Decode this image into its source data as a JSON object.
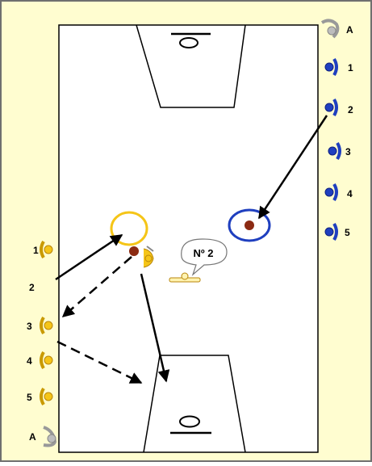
{
  "colors": {
    "background": "#fffdd0",
    "court": "#ffffff",
    "lines": "#000000",
    "team_yellow": "#f5c518",
    "team_blue": "#1f3fbf",
    "assistant_gray": "#a8a8a8",
    "ball": "#8b2a12"
  },
  "left_bench": {
    "players": [
      "1",
      "2",
      "3",
      "4",
      "5"
    ],
    "assistant": "A"
  },
  "right_bench": {
    "players": [
      "1",
      "2",
      "3",
      "4",
      "5"
    ],
    "assistant": "A"
  },
  "callout": {
    "text": "Nº 2"
  },
  "icons": {
    "player_marker": "player-top-view-icon",
    "ball": "basketball-icon"
  }
}
